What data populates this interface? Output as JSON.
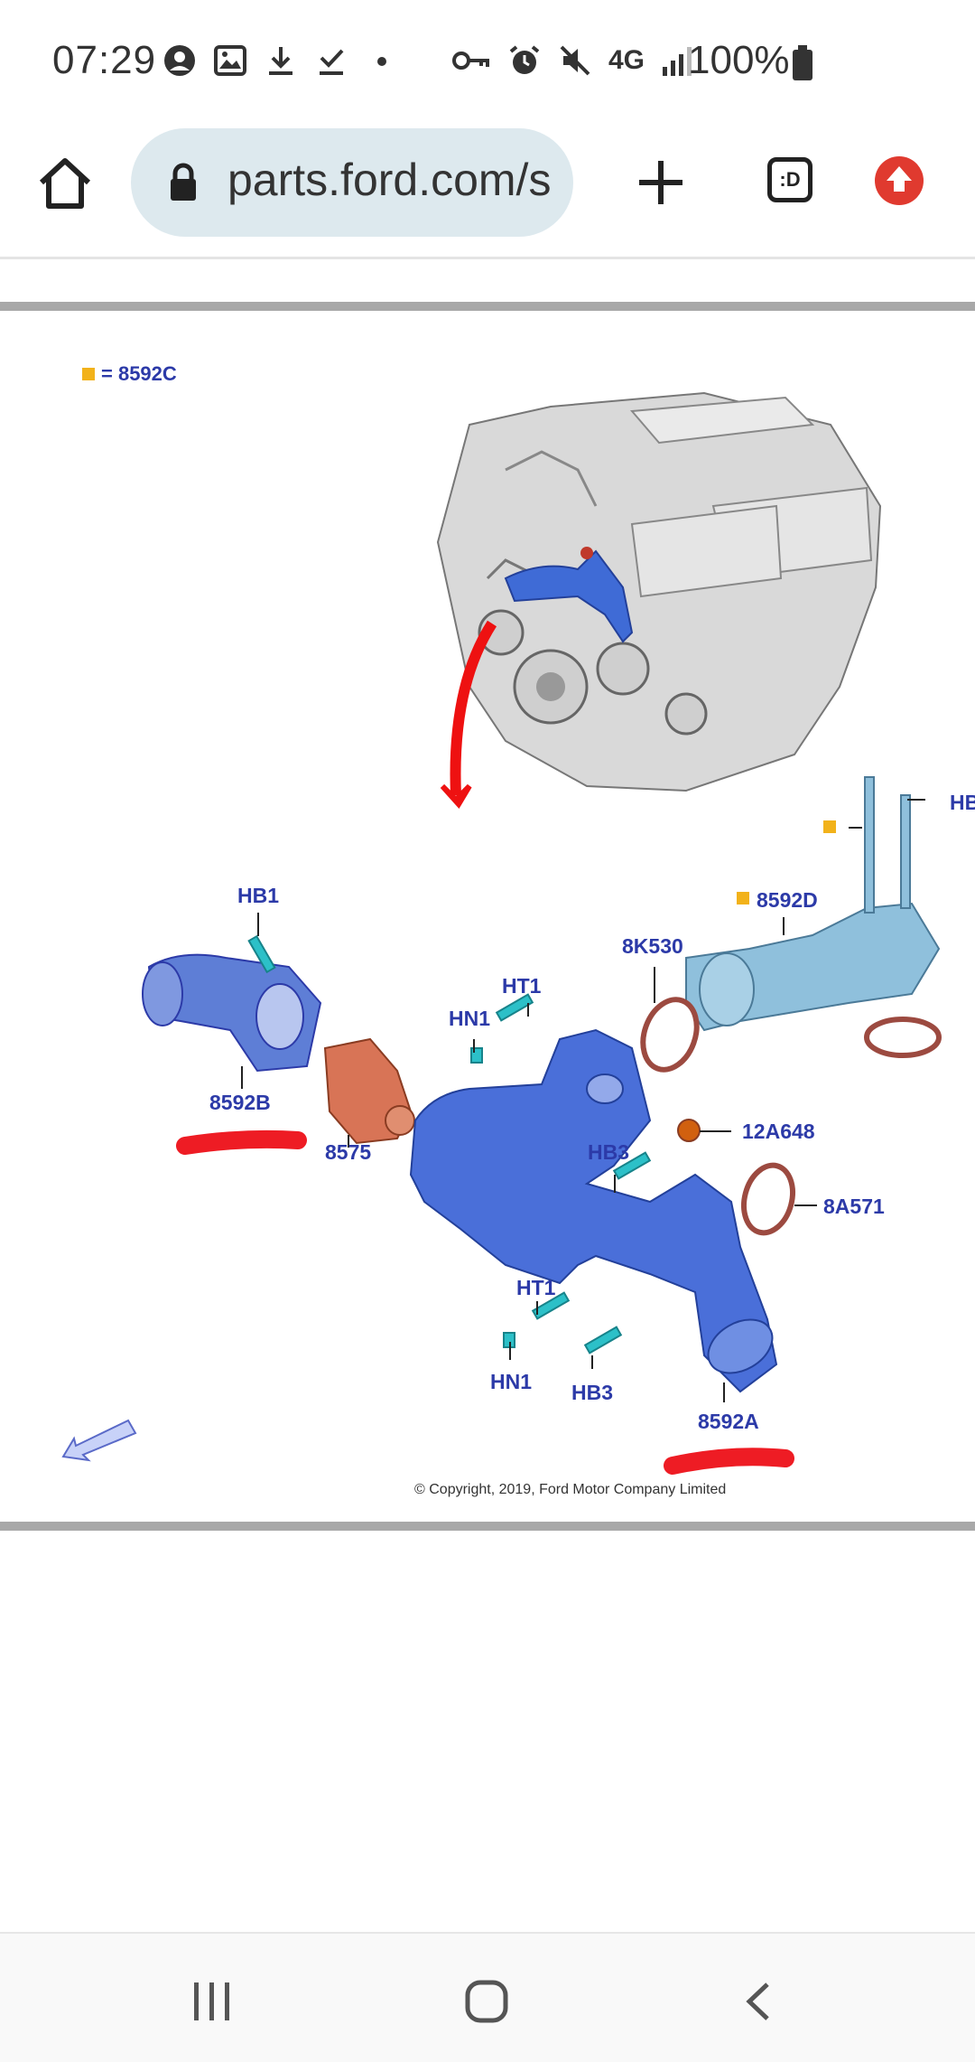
{
  "status_bar": {
    "time": "07:29",
    "battery_percent": "100%",
    "network": "4G",
    "left_icons": [
      "profile-icon",
      "image-icon",
      "download-icon",
      "download-done-icon",
      "dot-icon"
    ],
    "right_icons": [
      "vpn-key-icon",
      "alarm-icon",
      "mute-icon",
      "network-icon",
      "signal-icon",
      "battery-icon"
    ]
  },
  "browser": {
    "url": "parts.ford.com/s",
    "tab_switcher_label": ":D"
  },
  "diagram": {
    "legend_text": "= 8592C",
    "legend_color": "#f2b21a",
    "copyright": "© Copyright, 2019, Ford Motor Company Limited",
    "labels": {
      "hb1_left": "HB1",
      "hb_right": "HB",
      "p8592d": "8592D",
      "p8k530": "8K530",
      "ht1_top": "HT1",
      "hn1_top": "HN1",
      "p8592b": "8592B",
      "p8575": "8575",
      "p12a648": "12A648",
      "hb3_top": "HB3",
      "p8a571": "8A571",
      "ht1_bottom": "HT1",
      "hn1_bottom": "HN1",
      "hb3_bottom": "HB3",
      "p8592a": "8592A"
    },
    "colors": {
      "housing_blue": "#4a6fd9",
      "light_blue": "#8fc0dc",
      "thermostat": "#d87456",
      "gasket": "#9c4a40",
      "bolt_cyan": "#2cc0c8",
      "label_blue": "#2c3aa8",
      "highlight_red": "#ee1c24"
    }
  },
  "nav": {
    "recents_icon": "recents-icon",
    "home_icon": "home-circle-icon",
    "back_icon": "back-icon"
  }
}
